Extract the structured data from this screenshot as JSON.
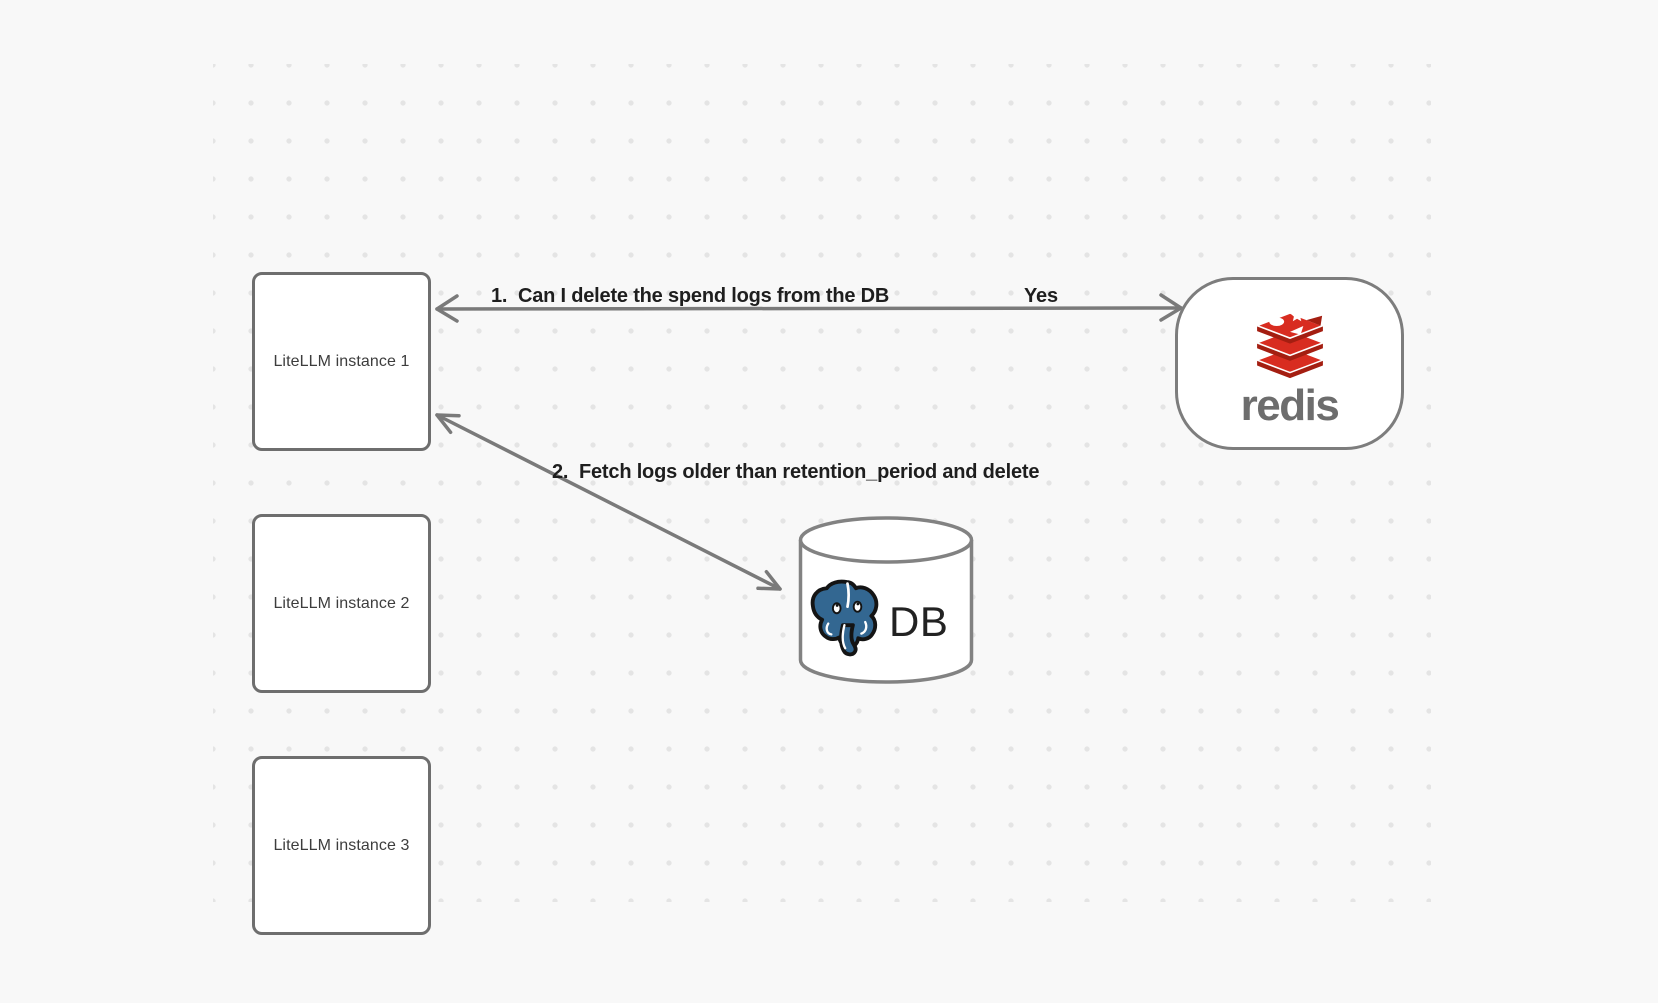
{
  "diagram": {
    "instances": [
      {
        "label": "LiteLLM instance 1"
      },
      {
        "label": "LiteLLM instance 2"
      },
      {
        "label": "LiteLLM instance 3"
      }
    ],
    "redis": {
      "wordmark": "redis",
      "icon": "redis-logo"
    },
    "db": {
      "label": "DB",
      "icon": "postgresql-elephant-logo",
      "shape": "database-cylinder"
    },
    "edges": [
      {
        "label": "1.  Can I delete the spend logs from the DB",
        "response": "Yes",
        "from": "redis",
        "to": "LiteLLM instance 1",
        "arrowheads": "both"
      },
      {
        "label": "2.  Fetch logs older than retention_period and delete",
        "from": "LiteLLM instance 1",
        "to": "DB",
        "arrowheads": "both"
      }
    ],
    "colors": {
      "background": "#f8f8f8",
      "dot_grid": "#e4e4e4",
      "node_border": "#6e6e6e",
      "arrow": "#7a7a7a",
      "label_text": "#1e1e1e",
      "node_text": "#3d3d3d",
      "redis_red": "#d82c20",
      "redis_dark_red": "#a41e11",
      "redis_wordmark": "#6d6d6d",
      "postgres_blue": "#336791",
      "db_text": "#222222"
    }
  }
}
